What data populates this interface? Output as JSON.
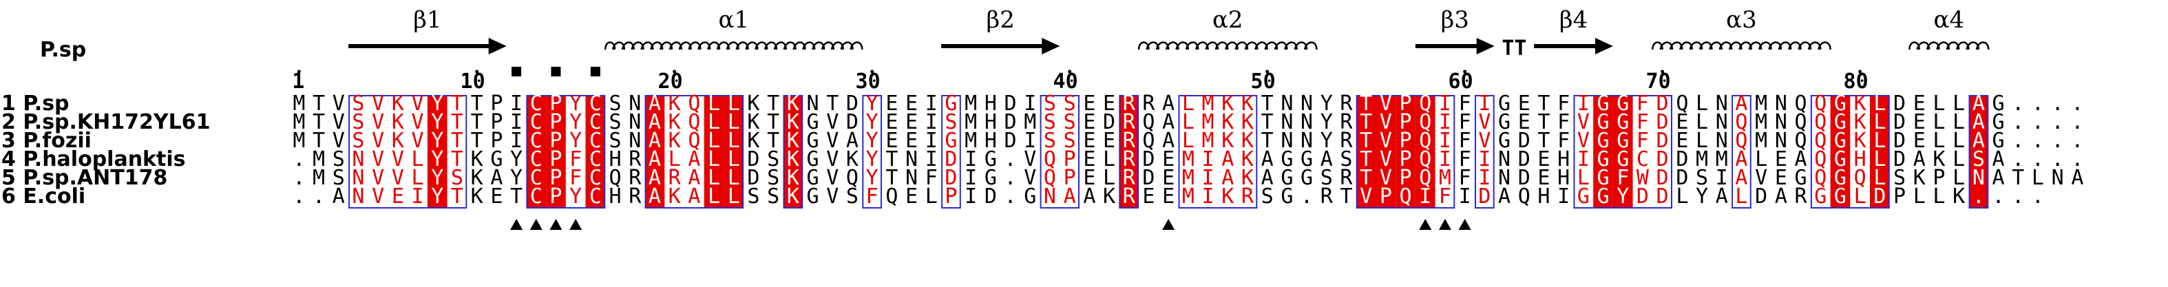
{
  "reference_label": "P.sp",
  "ruler": [
    {
      "label": "1",
      "pos": 1
    },
    {
      "label": "10",
      "pos": 10
    },
    {
      "label": "20",
      "pos": 20
    },
    {
      "label": "30",
      "pos": 30
    },
    {
      "label": "40",
      "pos": 40
    },
    {
      "label": "50",
      "pos": 50
    },
    {
      "label": "60",
      "pos": 60
    },
    {
      "label": "70",
      "pos": 70
    },
    {
      "label": "80",
      "pos": 80
    }
  ],
  "secondary_structure": [
    {
      "type": "strand",
      "label": "β1",
      "start": 4,
      "end": 11
    },
    {
      "type": "helix",
      "label": "α1",
      "start": 17,
      "end": 29
    },
    {
      "type": "strand",
      "label": "β2",
      "start": 34,
      "end": 39
    },
    {
      "type": "helix",
      "label": "α2",
      "start": 44,
      "end": 52
    },
    {
      "type": "strand",
      "label": "β3",
      "start": 58,
      "end": 61
    },
    {
      "type": "turn",
      "label": "TT",
      "start": 62,
      "end": 63
    },
    {
      "type": "strand",
      "label": "β4",
      "start": 64,
      "end": 67
    },
    {
      "type": "helix",
      "label": "α3",
      "start": 70,
      "end": 78
    },
    {
      "type": "helix",
      "label": "α4",
      "start": 83,
      "end": 86
    }
  ],
  "squares": [
    12,
    14,
    16
  ],
  "triangles": [
    12,
    13,
    14,
    15,
    45,
    58,
    59,
    60
  ],
  "sequences": [
    {
      "label": "1 P.sp",
      "seq": "MTVSVKVYTTPICPYCSNAKQLLKTKNTDYEEIGMHDISSEERRALMKKTNNYRTVPQIFIGETFIGGFDQLNAMNQQGKLDELLAG...."
    },
    {
      "label": "2 P.sp.KH172YL61",
      "seq": "MTVSVKVYTTPICPYCSNAKQLLKTKGVDYEEISMHDMSSEDRQALMKKTNNYRTVPQIFVGETFVGGFDELNQMNQQGKLDELLAG...."
    },
    {
      "label": "3 P.fozii",
      "seq": "MTVSVKVYTTPICPYCSNAKQLLKTKGVAYEEIGMHDISSEERQALMKKTNNYRTVPQIFVGDTFVGGFDELNQMNQQGKLDELLAG...."
    },
    {
      "label": "4 P.haloplanktis",
      "seq": ".MSNVVLYTKGYCPFCHRALALLDSKGVKYTNIDIG.VQPELRDEMIAKAGGASTVPQIFINDEHIGGCDDMMALEAQGHLDAKLSA...."
    },
    {
      "label": "5 P.sp.ANT178",
      "seq": ".MSNVVLYSKAYCPFCQRARALLDSKGVQYTNFDIG.VQPELRDEMIAKAGGSRTVPQMFINDEHLGFWDDSIAVEGQGQLSKPLNATLNA"
    },
    {
      "label": "6 E.coli",
      "seq": "..ANVEIYTKETCPYCHRAKALLSSKGVSFQELPID.GNAAKREEMIKRSG.RTVPQIFIDAQHIGGYDDLYALDARGGLDPLLK...."
    }
  ],
  "conserved_blocks": [
    {
      "start": 4,
      "end": 9,
      "red": [
        8
      ]
    },
    {
      "start": 13,
      "end": 16,
      "red": [
        13,
        14,
        16
      ]
    },
    {
      "start": 19,
      "end": 23,
      "red": [
        19,
        22,
        23
      ]
    },
    {
      "start": 26,
      "end": 26,
      "red": [
        26
      ]
    },
    {
      "start": 30,
      "end": 30,
      "red": []
    },
    {
      "start": 34,
      "end": 34,
      "red": []
    },
    {
      "start": 39,
      "end": 40,
      "red": []
    },
    {
      "start": 43,
      "end": 43,
      "red": [
        43
      ]
    },
    {
      "start": 46,
      "end": 49,
      "red": []
    },
    {
      "start": 55,
      "end": 59,
      "red": [
        55,
        56,
        57,
        58
      ]
    },
    {
      "start": 61,
      "end": 61,
      "red": []
    },
    {
      "start": 66,
      "end": 70,
      "red": [
        67,
        68
      ]
    },
    {
      "start": 74,
      "end": 74,
      "red": []
    },
    {
      "start": 78,
      "end": 81,
      "red": [
        79,
        81
      ]
    },
    {
      "start": 86,
      "end": 86,
      "red": [
        86
      ]
    }
  ],
  "colors": {
    "conserved_fill": "#e60000",
    "similar_text": "#e60000",
    "box_stroke": "#2b2bd0",
    "text": "#000000"
  }
}
